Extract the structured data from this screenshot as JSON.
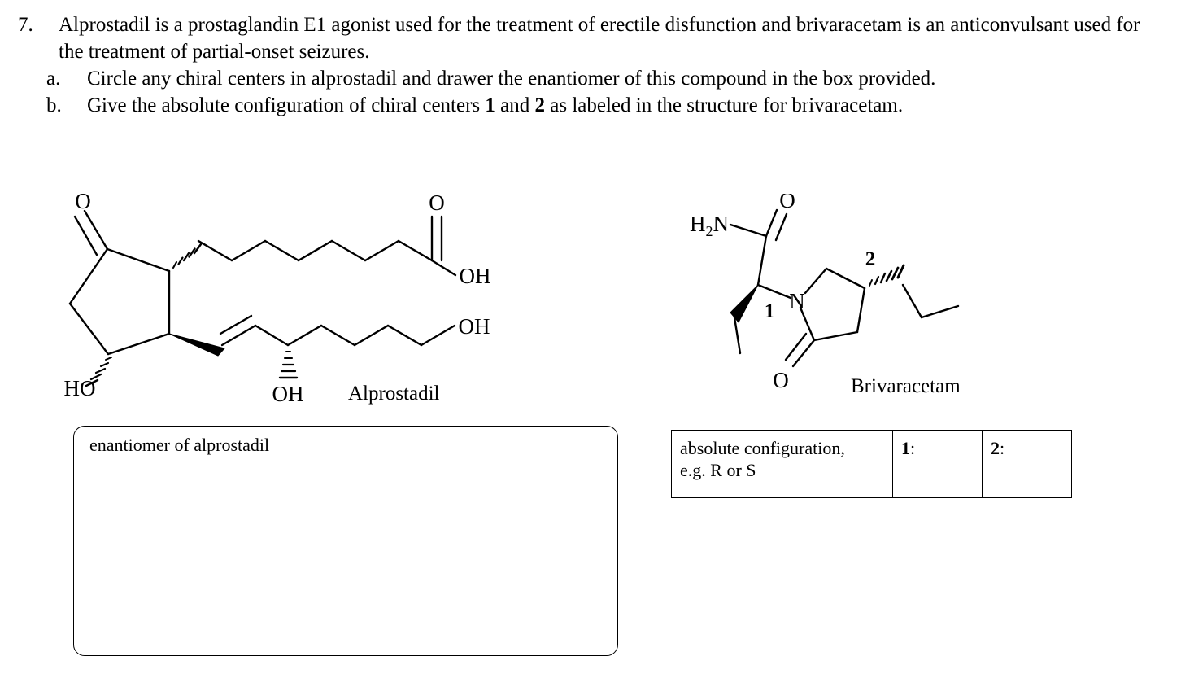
{
  "question": {
    "number": "7.",
    "stem": "Alprostadil is a prostaglandin E1 agonist used for the treatment of erectile disfunction and brivaracetam is an anticonvulsant used for the treatment of partial-onset seizures.",
    "parts": [
      {
        "marker": "a.",
        "text": "Circle any chiral centers in alprostadil and drawer the enantiomer of this compound in the box provided."
      },
      {
        "marker": "b.",
        "text_before": "Give the absolute configuration of chiral centers ",
        "bold_1": "1",
        "text_mid": " and ",
        "bold_2": "2",
        "text_after": " as labeled in the structure for brivaracetam."
      }
    ]
  },
  "structures": {
    "alprostadil": {
      "name_label": "Alprostadil",
      "atom_labels": {
        "ketone_oxygen": "O",
        "ring_hydroxyl": "HO",
        "carboxyl_oxygen": "O",
        "carboxyl_hydroxyl": "OH",
        "chain_hydroxyl": "OH",
        "terminal_hydroxyl": "OH"
      }
    },
    "brivaracetam": {
      "name_label": "Brivaracetam",
      "atom_labels": {
        "amide_nitrogen": "H",
        "amide_nitrogen_sub": "2",
        "amide_nitrogen_tail": "N",
        "amide_oxygen": "O",
        "ring_nitrogen": "N",
        "lactam_oxygen": "O"
      },
      "locants": {
        "one": "1",
        "two": "2"
      }
    }
  },
  "answer_box": {
    "label": "enantiomer of alprostadil"
  },
  "config_table": {
    "description_line1": "absolute configuration,",
    "description_line2": "e.g. R or S",
    "cell_1_label": "1",
    "cell_1_colon": ":",
    "cell_2_label": "2",
    "cell_2_colon": ":",
    "cell_1_value": "",
    "cell_2_value": ""
  },
  "colors": {
    "ink": "#000000",
    "page": "#ffffff"
  }
}
